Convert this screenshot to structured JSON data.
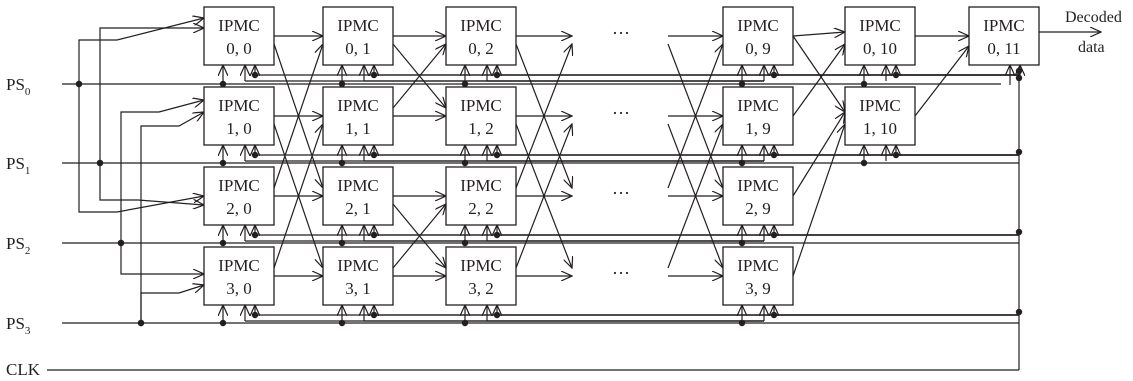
{
  "inputs": [
    {
      "name": "PS",
      "sub": "0"
    },
    {
      "name": "PS",
      "sub": "1"
    },
    {
      "name": "PS",
      "sub": "2"
    },
    {
      "name": "PS",
      "sub": "3"
    }
  ],
  "clock_label": "CLK",
  "block_title": "IPMC",
  "columns": [
    "0",
    "1",
    "2",
    "9"
  ],
  "rows": [
    "0",
    "1",
    "2",
    "3"
  ],
  "extra_blocks": [
    "0, 10",
    "1, 10",
    "0, 11"
  ],
  "ellipsis": "…",
  "output_label_1": "Decoded",
  "output_label_2": "data",
  "colors": {
    "line": "#231f20",
    "background": "#ffffff"
  }
}
